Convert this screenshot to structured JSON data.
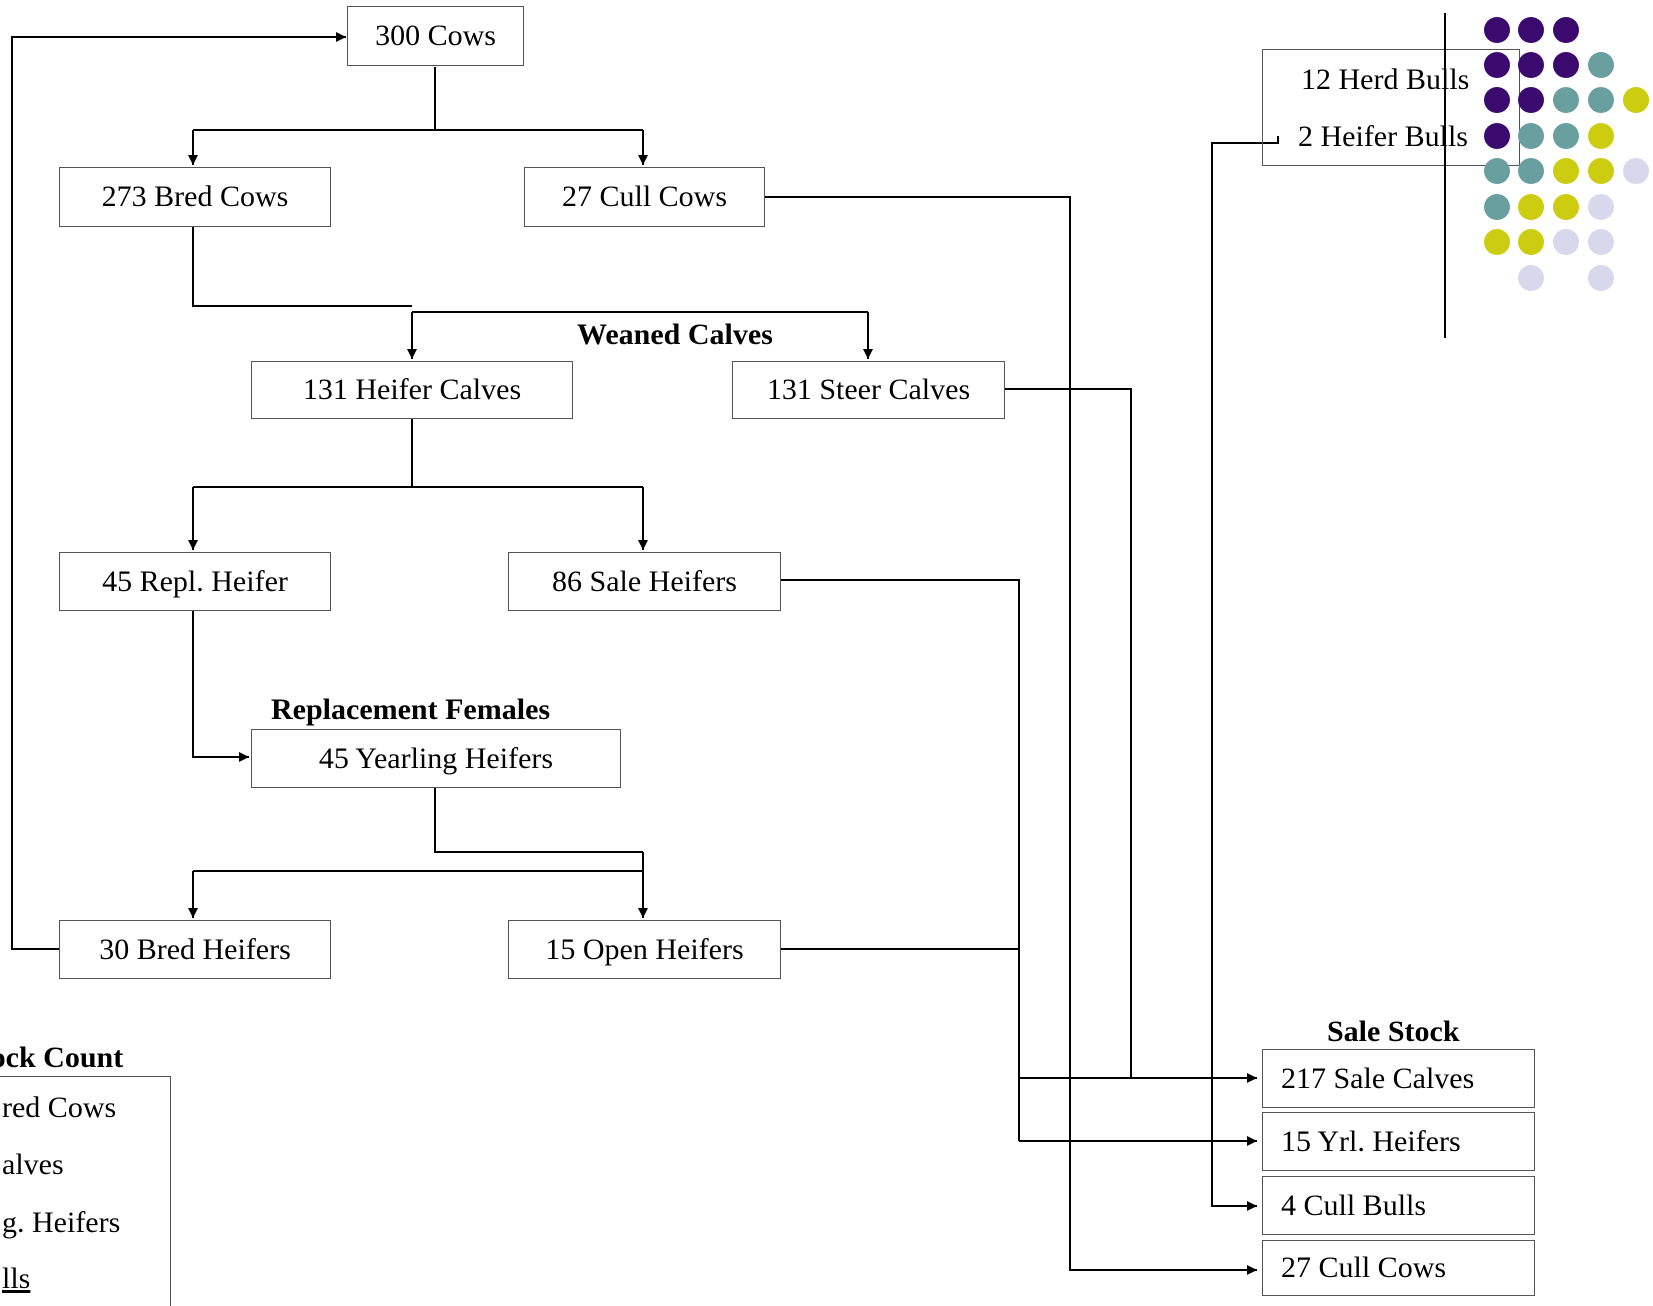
{
  "nodes": {
    "cows": "300 Cows",
    "bred_cows": "273 Bred Cows",
    "cull_cows": "27 Cull Cows",
    "heifer_calves": "131 Heifer Calves",
    "steer_calves": "131 Steer Calves",
    "repl_heifer": "45 Repl. Heifer",
    "sale_heifers": "86 Sale Heifers",
    "yearling_heifers": "45 Yearling Heifers",
    "bred_heifers": "30 Bred Heifers",
    "open_heifers": "15 Open Heifers"
  },
  "headings": {
    "weaned_calves": "Weaned Calves",
    "replacement_females": "Replacement Females",
    "sale_stock": "Sale Stock",
    "stock_count": "Stock Count"
  },
  "bulls": {
    "herd": "12 Herd Bulls",
    "heifer": "2 Heifer Bulls"
  },
  "sale_stock": {
    "sale_calves": "217 Sale Calves",
    "yrl_heifers": "15 Yrl. Heifers",
    "cull_bulls": "4 Cull Bulls",
    "cull_cows": "27 Cull Cows"
  },
  "stock_count": {
    "items": [
      "red Cows",
      "alves",
      "g. Heifers",
      "lls"
    ]
  },
  "colors": {
    "purple": "#3a0a6e",
    "teal": "#6a9fa0",
    "yellow": "#cccc10",
    "lavender": "#d8d8ec",
    "line": "#000000"
  }
}
